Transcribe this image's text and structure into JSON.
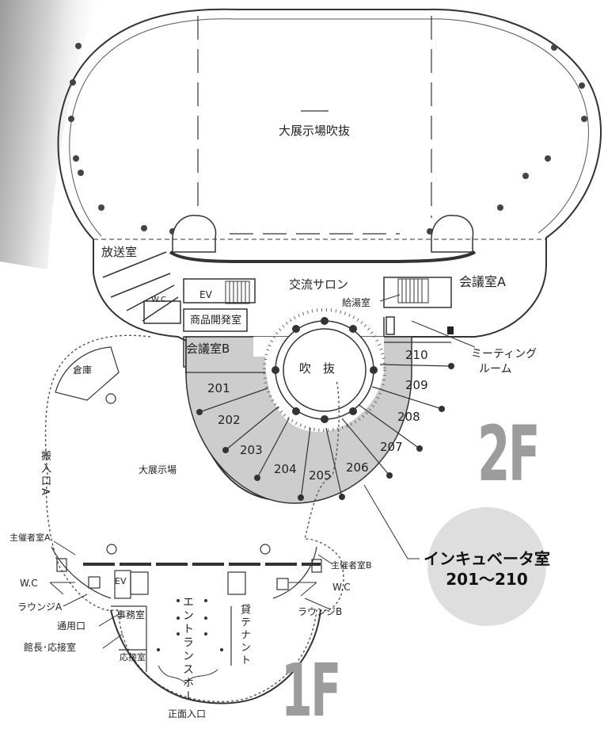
{
  "floor_2f": {
    "label": "2F",
    "rooms": {
      "atrium_exhibition": "大展示場吹抜",
      "broadcast": "放送室",
      "salon": "交流サロン",
      "meeting_a": "会議室A",
      "kitchenette": "給湯室",
      "wc": "W.C",
      "ev": "EV",
      "product_dev": "商品開発室",
      "meeting_b": "会議室B",
      "void": "吹　抜",
      "meeting_room_1": "ミーティング",
      "meeting_room_2": "ルーム"
    },
    "incubator_rooms": [
      "201",
      "202",
      "203",
      "204",
      "205",
      "206",
      "207",
      "208",
      "209",
      "210"
    ]
  },
  "floor_1f": {
    "label": "1F",
    "rooms": {
      "storage": "倉庫",
      "loading_entrance": "搬入口A",
      "exhibition": "大展示場",
      "organizer_a": "主催者室A",
      "organizer_b": "主催者室B",
      "wc_left": "W.C",
      "wc_right": "W.C",
      "lounge_a": "ラウンジA",
      "lounge_b": "ラウンジB",
      "service_entrance": "通用口",
      "director_reception": "館長･応接室",
      "office": "事務室",
      "reception": "応接室",
      "ev": "EV",
      "entrance_hall": "エントランスホール",
      "tenant": "貸テナント",
      "main_entrance": "正面入口"
    }
  },
  "callout": {
    "line1": "インキュベータ室",
    "line2": "201〜210"
  }
}
